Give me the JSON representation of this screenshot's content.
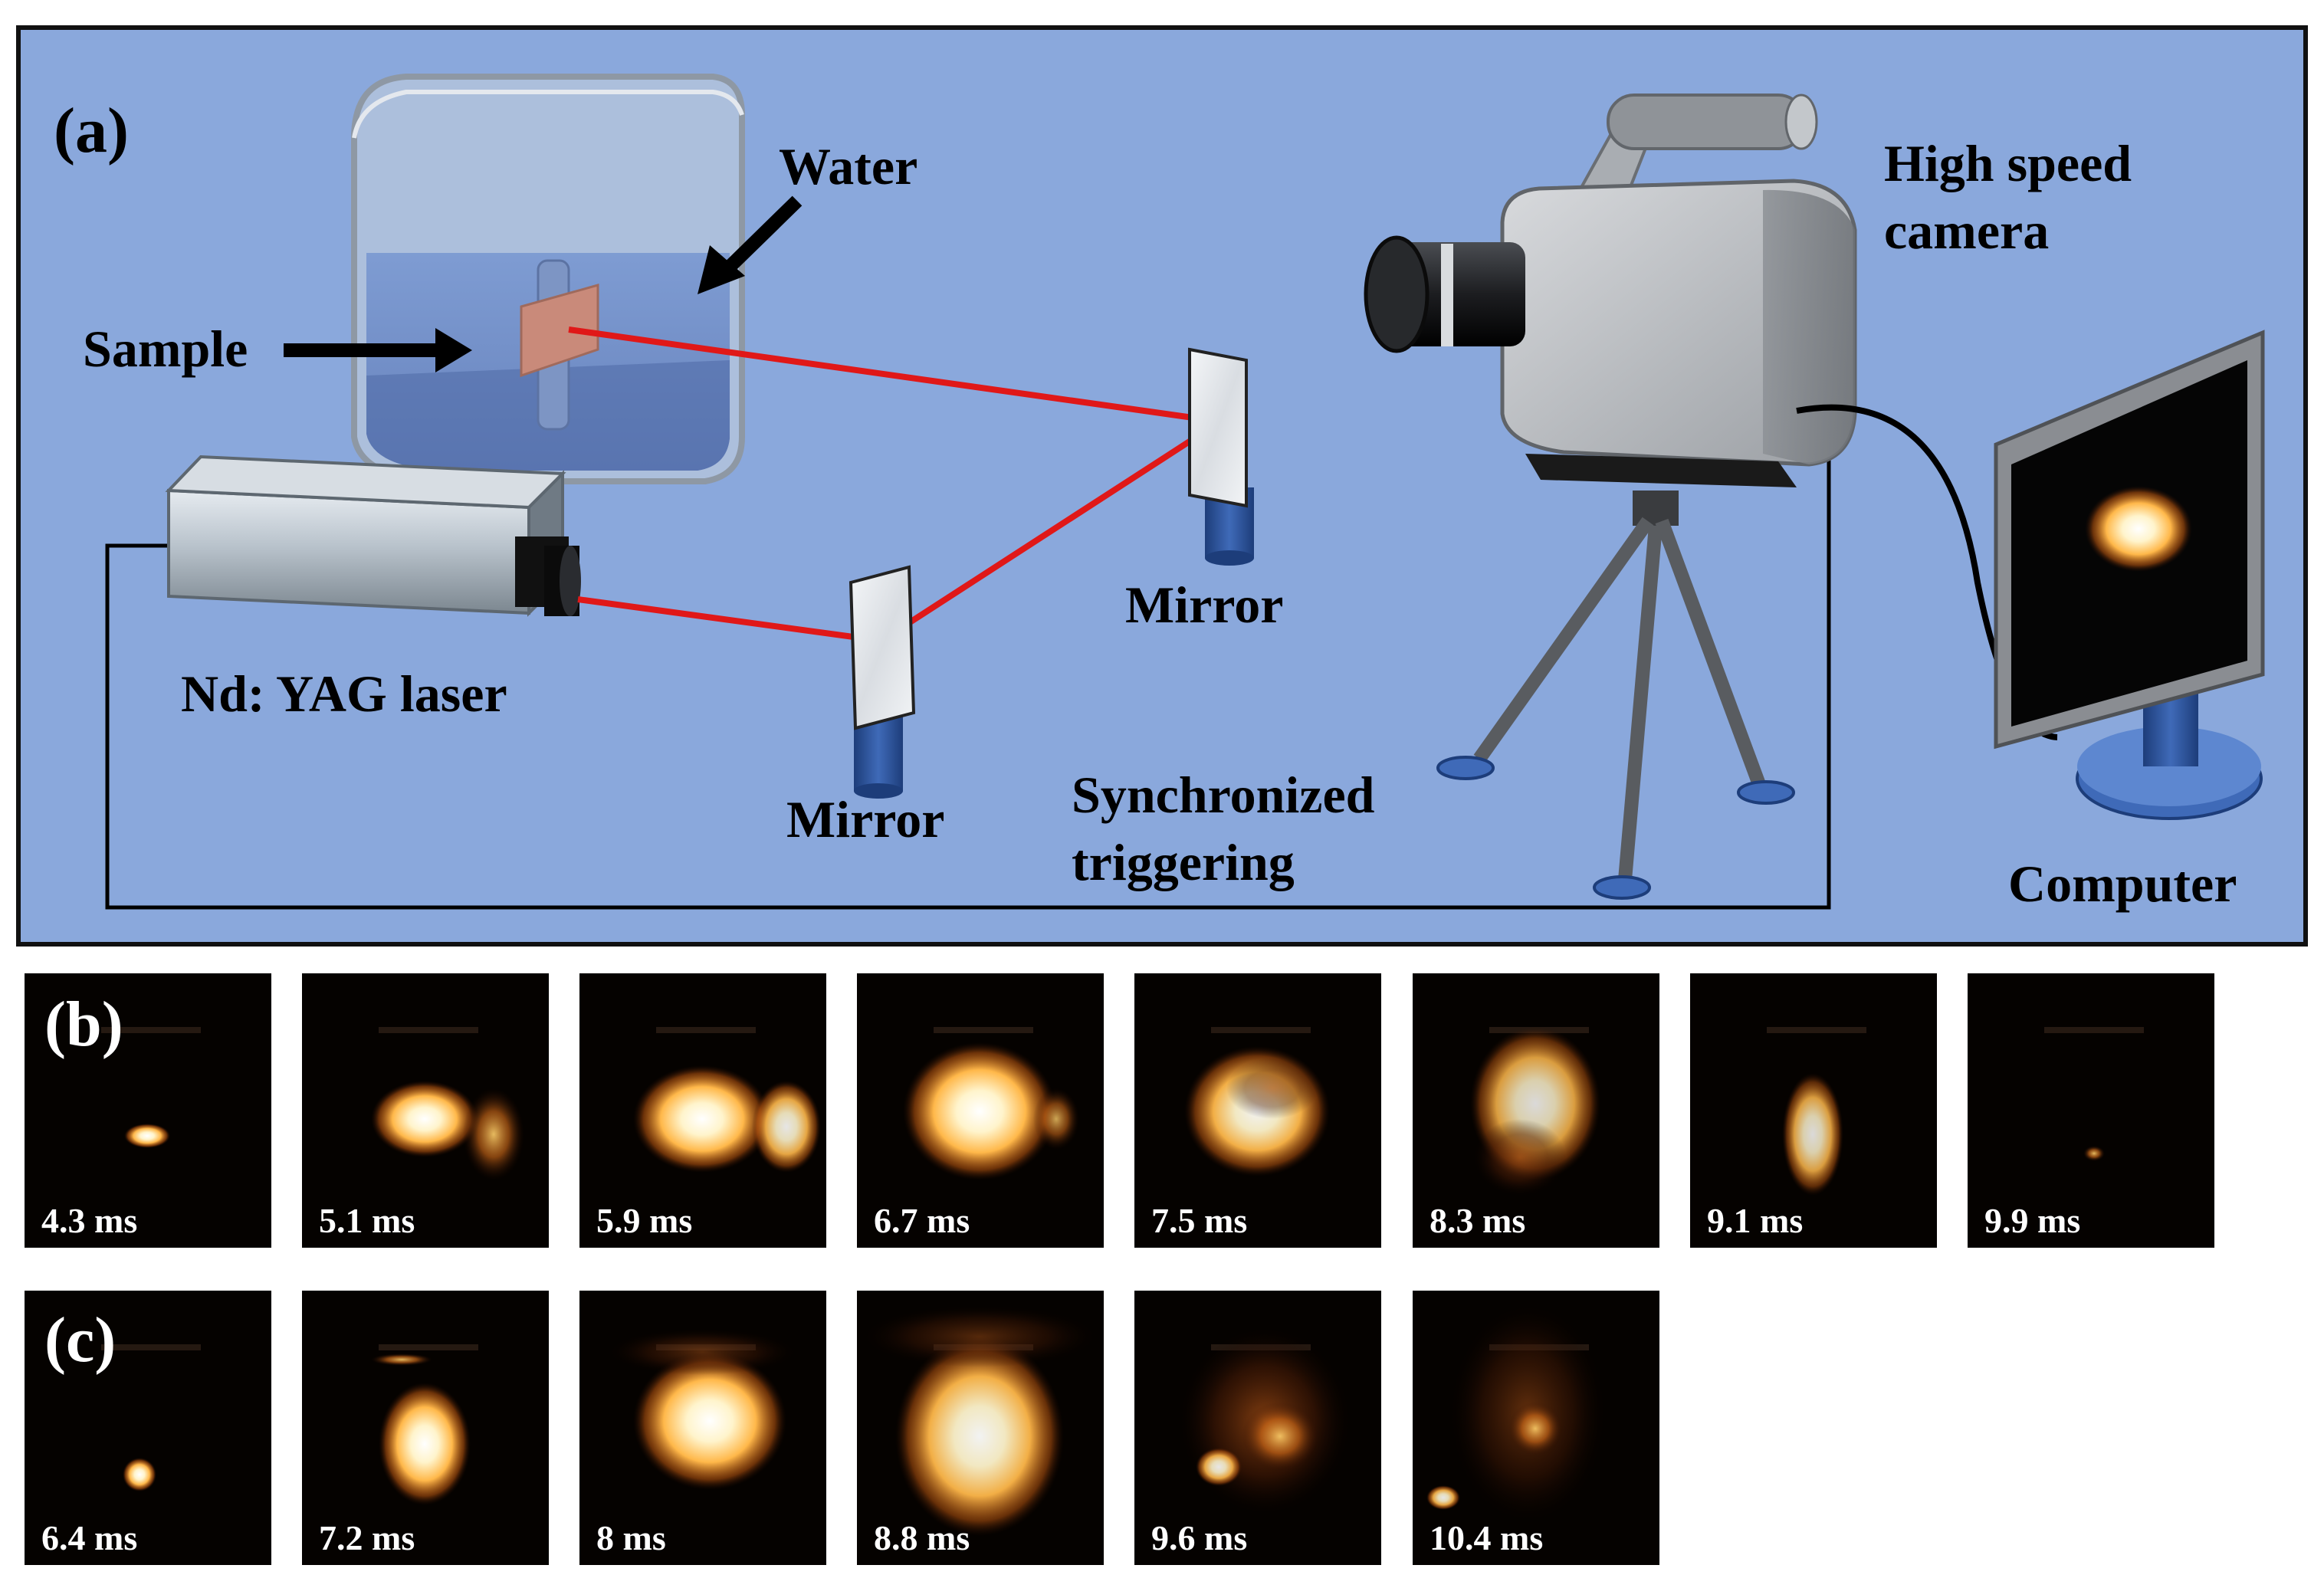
{
  "panel_a": {
    "label": "(a)",
    "water_label": "Water",
    "sample_label": "Sample",
    "laser_label": "Nd: YAG laser",
    "mirror_left_label": "Mirror",
    "mirror_right_label": "Mirror",
    "sync_label_line1": "Synchronized",
    "sync_label_line2": "triggering",
    "camera_label_line1": "High speed",
    "camera_label_line2": "camera",
    "computer_label": "Computer",
    "background_color": "#8aa8dc",
    "beam_color": "#e01818"
  },
  "panel_b": {
    "label": "(b)",
    "frames": [
      "4.3 ms",
      "5.1 ms",
      "5.9 ms",
      "6.7 ms",
      "7.5 ms",
      "8.3 ms",
      "9.1 ms",
      "9.9 ms"
    ]
  },
  "panel_c": {
    "label": "(c)",
    "frames": [
      "6.4 ms",
      "7.2 ms",
      "8 ms",
      "8.8 ms",
      "9.6 ms",
      "10.4 ms"
    ]
  }
}
